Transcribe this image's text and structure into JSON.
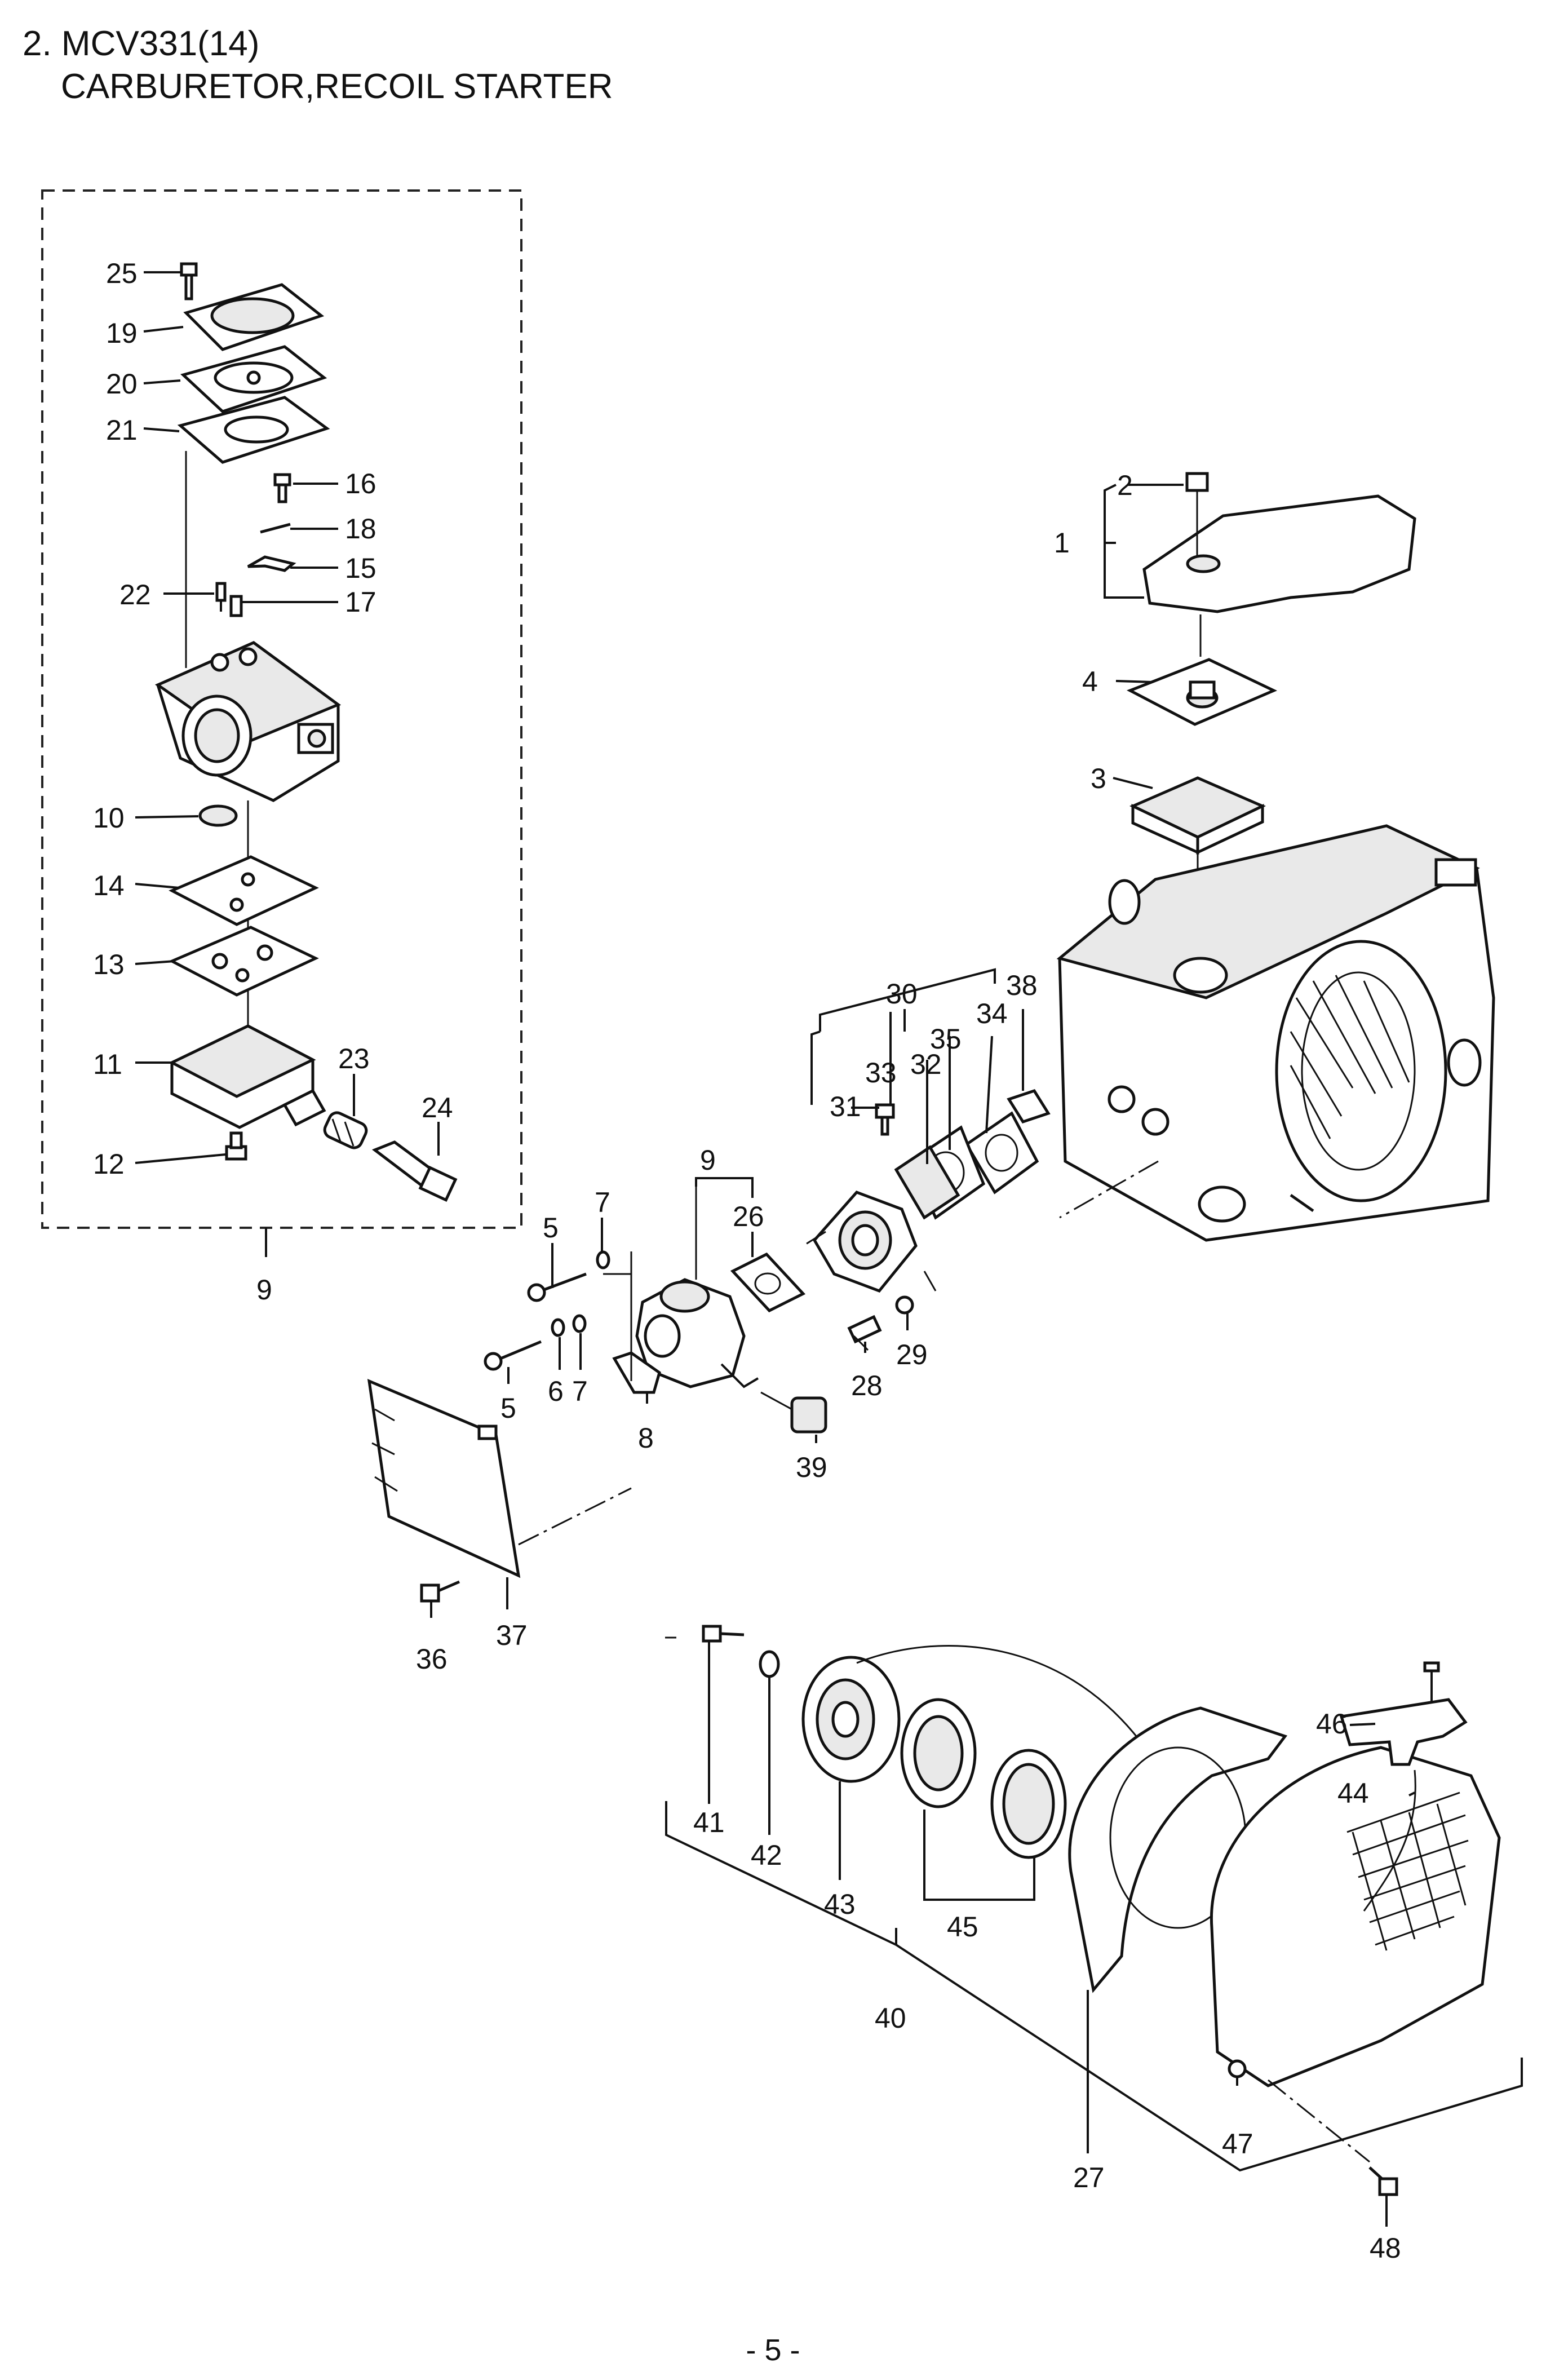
{
  "header": {
    "title_line1": "2. MCV331(14)",
    "title_line2": "CARBURETOR,RECOIL STARTER"
  },
  "callouts": {
    "c1": "1",
    "c2": "2",
    "c3": "3",
    "c4": "4",
    "c5a": "5",
    "c5b": "5",
    "c6": "6",
    "c7a": "7",
    "c7b": "7",
    "c8": "8",
    "c9a": "9",
    "c9b": "9",
    "c10": "10",
    "c11": "11",
    "c12": "12",
    "c13": "13",
    "c14": "14",
    "c15": "15",
    "c16": "16",
    "c17": "17",
    "c18": "18",
    "c19": "19",
    "c20": "20",
    "c21": "21",
    "c22": "22",
    "c23": "23",
    "c24": "24",
    "c25": "25",
    "c26": "26",
    "c27": "27",
    "c28": "28",
    "c29": "29",
    "c30": "30",
    "c31": "31",
    "c32": "32",
    "c33": "33",
    "c34": "34",
    "c35": "35",
    "c36": "36",
    "c37": "37",
    "c38": "38",
    "c39": "39",
    "c40": "40",
    "c41": "41",
    "c42": "42",
    "c43": "43",
    "c44": "44",
    "c45": "45",
    "c46": "46",
    "c47": "47",
    "c48": "48"
  },
  "footer": {
    "page_number": "- 5 -"
  }
}
